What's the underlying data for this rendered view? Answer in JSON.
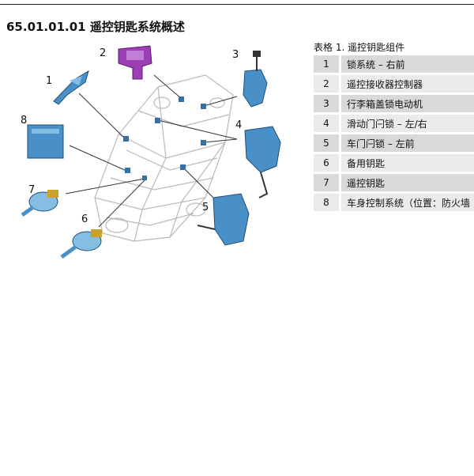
{
  "heading": "65.01.01.01 遥控钥匙系统概述",
  "figure": {
    "callouts": [
      "1",
      "2",
      "3",
      "4",
      "5",
      "6",
      "7",
      "8"
    ]
  },
  "table": {
    "caption": "表格 1. 遥控钥匙组件",
    "rows": [
      {
        "num": "1",
        "desc": "锁系统 – 右前"
      },
      {
        "num": "2",
        "desc": "遥控接收器控制器"
      },
      {
        "num": "3",
        "desc": "行李箱盖锁电动机"
      },
      {
        "num": "4",
        "desc": "滑动门闩锁 – 左/右"
      },
      {
        "num": "5",
        "desc": "车门闩锁 – 左前"
      },
      {
        "num": "6",
        "desc": "备用钥匙"
      },
      {
        "num": "7",
        "desc": "遥控钥匙"
      },
      {
        "num": "8",
        "desc": "车身控制系统（位置：防火墙"
      }
    ]
  },
  "colors": {
    "component_blue": "#4a90c8",
    "receiver_purple": "#9b3fb5",
    "table_dark": "#d9d9d9",
    "table_light": "#ebebeb"
  }
}
